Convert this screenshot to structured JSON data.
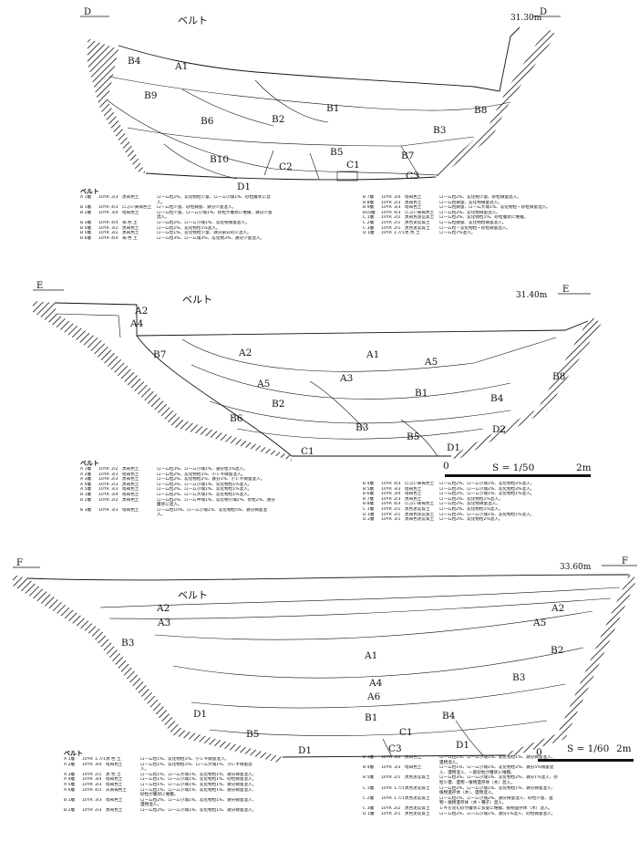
{
  "sections": [
    {
      "id": "D",
      "edge_left": "D",
      "edge_right": "D",
      "belt": "ベルト",
      "elevation": "31.30m",
      "layers": [
        "B4",
        "A1",
        "B9",
        "B2",
        "B1",
        "B6",
        "B3",
        "B8",
        "B5",
        "B10",
        "C2",
        "C1",
        "B7",
        "C3",
        "D1"
      ],
      "legend_title": "ベルト",
      "legend_left": [
        [
          "A 1層",
          "10YR",
          "2/3",
          "黒褐色土",
          "ローム粒2%、炭化物粒少量、ローム小塊1%、砂粒層状に混入。"
        ],
        [
          "B 1層",
          "10YR",
          "4/3",
          "にぶい黄褐色土",
          "ローム粒少量、砂粒微量、鉄分少量混入。"
        ],
        [
          "B 2層",
          "10YR",
          "3/4",
          "暗褐色土",
          "ローム粒少量、ローム小塊1%、砂粒が層状に堆積、鉄分少量混入。"
        ],
        [
          "B 3層",
          "10YR",
          "4/4",
          "褐 色 土",
          "ローム粒2%、ローム小塊1%、炭化物微量混入。"
        ],
        [
          "B 4層",
          "10YR",
          "3/2",
          "黒褐色土",
          "ローム粒2%、炭化物粒1%混入。"
        ],
        [
          "B 5層",
          "10YR",
          "3/2",
          "黒褐色土",
          "ローム粒1%、炭化物粒少量、鉄分部分的に混入。"
        ],
        [
          "B 6層",
          "10YR",
          "4/4",
          "褐 色 土",
          "ローム粒3%、ローム塊3%、炭化物3%、鉄分少量混入。"
        ]
      ],
      "legend_right": [
        [
          "B 7層",
          "10YR",
          "3/4",
          "暗褐色土",
          "ローム粒2%、炭化物少量、砂粒微量混入。"
        ],
        [
          "B 8層",
          "10YR",
          "2/3",
          "黒褐色土",
          "ローム粒微量、炭化物微量混入。"
        ],
        [
          "B 9層",
          "10YR",
          "3/3",
          "暗褐色土",
          "ローム粒微量、ローム大塊1%、炭化物粒・砂粒微量混入。"
        ],
        [
          "B10層",
          "10YR",
          "4/3",
          "にぶい黄褐色土",
          "ローム粒2%、炭化物微量混入。"
        ],
        [
          "C 1層",
          "10YR",
          "2/2",
          "黒褐色泥炭質土",
          "ローム粒2%、炭化物粒1%、砂粒層状に堆積。"
        ],
        [
          "C 2層",
          "10YR",
          "2/1",
          "黒色泥炭質土",
          "ローム粒微量、炭化物粒微量混入。"
        ],
        [
          "C 3層",
          "10YR",
          "2/1",
          "黒色泥炭質土",
          "ローム粒・炭化物粒・砂粒微量混入。"
        ],
        [
          "D 1層",
          "10YR",
          "1.7/1",
          "黒 色 土",
          "ローム粒7%混入。"
        ]
      ]
    },
    {
      "id": "E",
      "edge_left": "E",
      "edge_right": "E",
      "belt": "ベルト",
      "elevation": "31.40m",
      "layers": [
        "A2",
        "A4",
        "A1",
        "B7",
        "A2",
        "A5",
        "A5",
        "A3",
        "B8",
        "B1",
        "B4",
        "B2",
        "B6",
        "B3",
        "B5",
        "D2",
        "C1",
        "D1"
      ],
      "scale": "S = 1/50",
      "scale_end": "2m",
      "scale_zero": "0",
      "legend_title": "ベルト",
      "legend_left": [
        [
          "A 1層",
          "10YR",
          "2/2",
          "黒褐色土",
          "ローム粒3%、ローム小塊1%、鉄分粒1%混入。"
        ],
        [
          "A 2層",
          "10YR",
          "3/3",
          "暗褐色土",
          "ローム粒2%、炭化物粒1%、小レキ微量混入。"
        ],
        [
          "A 3層",
          "10YR",
          "2/3",
          "黒褐色土",
          "ローム粒2%、炭化物粒2%、鉄分1%、小レキ微量混入。"
        ],
        [
          "A 4層",
          "10YR",
          "2/3",
          "黒褐色土",
          "ローム粒2%、ローム小塊1%、炭化物粒1%混入。"
        ],
        [
          "A 5層",
          "10YR",
          "3/3",
          "暗褐色土",
          "ローム粒2%、ローム小塊1%、炭化物粒1%混入。"
        ],
        [
          "B 1層",
          "10YR",
          "3/4",
          "暗褐色土",
          "ローム粒2%、ローム大塊1%、炭化物粒1%混入。"
        ],
        [
          "B 2層",
          "10YR",
          "2/2",
          "黒褐色土",
          "ローム粒2%、ローム中塊1%、炭化物小塊2%、砂粒2%、鉄分層状に混入。"
        ],
        [
          "B 3層",
          "10YR",
          "3/3",
          "暗褐色土",
          "ローム粒10%、ローム小塊1%、炭化物粒5%、鉄分微量混入。"
        ]
      ],
      "legend_right": [
        [
          "B 4層",
          "10YR",
          "4/3",
          "にぶい黄褐色土",
          "ローム粒2%、ローム小塊1%、炭化物粒2%混入。"
        ],
        [
          "B 5層",
          "10YR",
          "3/3",
          "暗褐色土",
          "ローム粒3%、ローム小塊2%、炭化物粒3%混入。"
        ],
        [
          "B 6層",
          "10YR",
          "3/4",
          "暗褐色土",
          "ローム粒2%、ローム小塊1%、炭化物粒1%混入。"
        ],
        [
          "B 7層",
          "10YR",
          "2/3",
          "黒褐色土",
          "ローム粒2%、炭化物粒1%混入。"
        ],
        [
          "B 8層",
          "10YR",
          "4/3",
          "にぶい黄褐色土",
          "ローム粒2%、炭化物微量混入。"
        ],
        [
          "C 1層",
          "10YR",
          "2/1",
          "黒色泥炭質土",
          "ローム粒2%、炭化物粒1%混入。"
        ],
        [
          "D 1層",
          "10YR",
          "2/1",
          "黒褐色泥炭質土",
          "ローム粒3%、ローム小塊1%、炭化物粒1%混入。"
        ],
        [
          "D 2層",
          "10YR",
          "3/1",
          "黒褐色泥炭質土",
          "ローム粒2%、炭化物粒2%混入。"
        ]
      ]
    },
    {
      "id": "F",
      "edge_left": "F",
      "edge_right": "F",
      "belt": "ベルト",
      "elevation": "33.60m",
      "layers": [
        "A2",
        "A2",
        "A3",
        "A5",
        "A1",
        "B2",
        "B3",
        "A4",
        "B3",
        "A6",
        "D1",
        "B1",
        "B4",
        "B5",
        "C1",
        "D1",
        "D1",
        "C3"
      ],
      "scale": "S = 1/60",
      "scale_end": "2m",
      "scale_zero": "0",
      "legend_title": "ベルト",
      "legend_left": [
        [
          "A 1層",
          "10YR",
          "1.7/1",
          "黒 色 土",
          "ローム粒1%、炭化物粒1%、小レキ微量混入。"
        ],
        [
          "A 2層",
          "10YR",
          "3/4",
          "暗褐色土",
          "ローム粒1%、炭化物粒1%、ローム大塊1%、小レキ微量混入。"
        ],
        [
          "A 3層",
          "10YR",
          "2/1",
          "黒 色 土",
          "ローム粒1%、ローム大塊1%、炭化物粒1%、鉄分微量混入。"
        ],
        [
          "A 4層",
          "10YR",
          "3/4",
          "暗褐色土",
          "ローム粒1%、ローム小塊1%、炭化物粒1%、砂粒微量混入。"
        ],
        [
          "A 5層",
          "10YR",
          "3/3",
          "暗褐色土",
          "ローム粒1%、ローム小塊1%、炭化物粒1%、鉄分微量混入。"
        ],
        [
          "A 6層",
          "10YR",
          "4/2",
          "灰黄褐色土",
          "ローム粒1%、ローム小塊1%、炭化物粒1%、鉄分微量混入、砂粒が層状に堆積。"
        ],
        [
          "B 1層",
          "10YR",
          "3/3",
          "暗褐色土",
          "ローム粒2%、ローム小塊1%、炭化物粒1%、鉄分微量混入、遺物混入。"
        ],
        [
          "B 2層",
          "10YR",
          "2/3",
          "黒褐色土",
          "ローム粒2%、ローム小塊1%、炭化物粒1%、鉄分微量混入。"
        ]
      ],
      "legend_right": [
        [
          "B 3層",
          "10YR",
          "3/2",
          "黒褐色土",
          "ローム粒2%、ローム小塊1%、炭化物粒1%、鉄分微量混入、遺物混入。"
        ],
        [
          "B 4層",
          "10YR",
          "3/3",
          "暗褐色土",
          "ローム粒1%、ローム小塊1%、炭化物粒2%、鉄分5%微量混入、遺物混入、一部砂粒が層状に堆積。"
        ],
        [
          "B 5層",
          "10YR",
          "2/1",
          "黒色泥炭質土",
          "ローム粒3%、ローム小塊1%、炭化物粒2%、鉄分1%混入、砂粒少量、遺物・植物遺存体（木）混入。"
        ],
        [
          "C 1層",
          "10YR",
          "1.7/1",
          "黒色泥炭質土",
          "ローム粒2%、ローム小塊1%、炭化物粒1%、鉄分微量混入、植物遺存体（木）、遺物混入。"
        ],
        [
          "C 2層",
          "10YR",
          "1.7/1",
          "黒色泥炭質土",
          "ローム粒1%、ローム小塊2%、鉄分微量混入、砂粒少量、遺物・植物遺存体（木・種子）混入。"
        ],
        [
          "C 3層",
          "10YR",
          "2/2",
          "黒色泥炭質土",
          "レキを含む砂が層状に多量に堆積、植物遺存体（木）混入。"
        ],
        [
          "D 1層",
          "10YR",
          "2/1",
          "黒色泥炭質土",
          "ローム粒2%、ローム小塊1%、鉄分1%混入、砂粒微量混入。"
        ]
      ]
    }
  ]
}
